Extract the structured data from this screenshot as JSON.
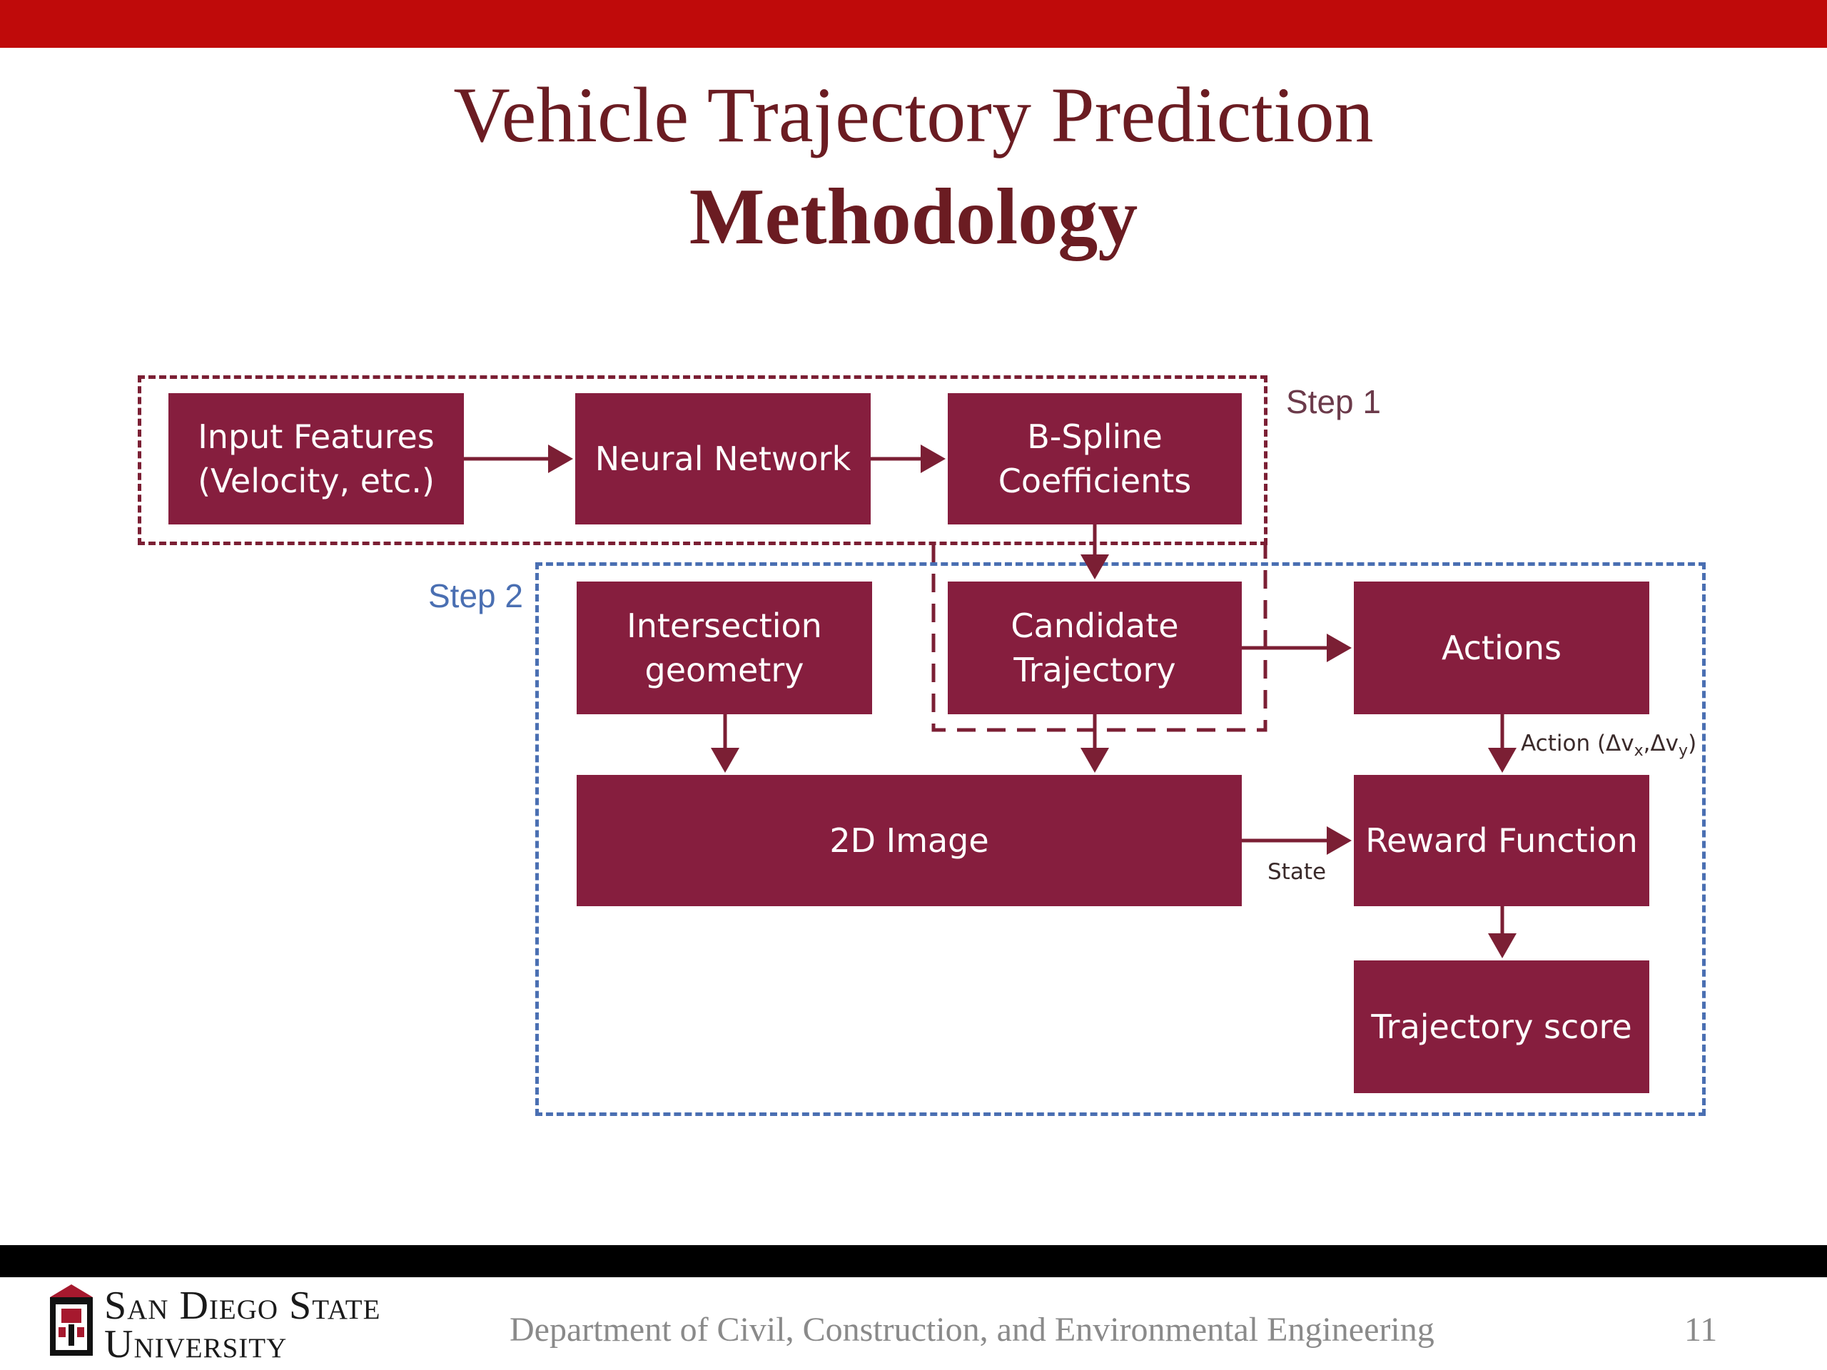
{
  "slide": {
    "title_line1": "Vehicle Trajectory Prediction",
    "title_line2": "Methodology"
  },
  "diagram": {
    "step1_label": "Step 1",
    "step2_label": "Step 2",
    "nodes": {
      "input_features": [
        "Input Features",
        "(Velocity, etc.)"
      ],
      "neural_network": [
        "Neural Network"
      ],
      "bspline": [
        "B-Spline",
        "Coefficients"
      ],
      "intersection_geometry": [
        "Intersection",
        "geometry"
      ],
      "candidate_trajectory": [
        "Candidate",
        "Trajectory"
      ],
      "actions": [
        "Actions"
      ],
      "image_2d": [
        "2D Image"
      ],
      "reward_function": [
        "Reward Function"
      ],
      "trajectory_score": [
        "Trajectory score"
      ]
    },
    "edge_labels": {
      "state": "State",
      "action": "Action (Δv",
      "action_sub_x": "x",
      "action_comma": ",Δv",
      "action_sub_y": "y",
      "action_close": ")"
    },
    "colors": {
      "box_fill": "#861e3e",
      "step1_border": "#7b1f34",
      "step2_border": "#4a6fb2",
      "arrow": "#7b1f34",
      "top_bar": "#bf0a0a"
    }
  },
  "footer": {
    "university_line1": "San Diego State",
    "university_line2": "University",
    "department": "Department of Civil, Construction, and Environmental Engineering",
    "page_number": "11",
    "logo_icon": "sdsu-logo-icon"
  }
}
